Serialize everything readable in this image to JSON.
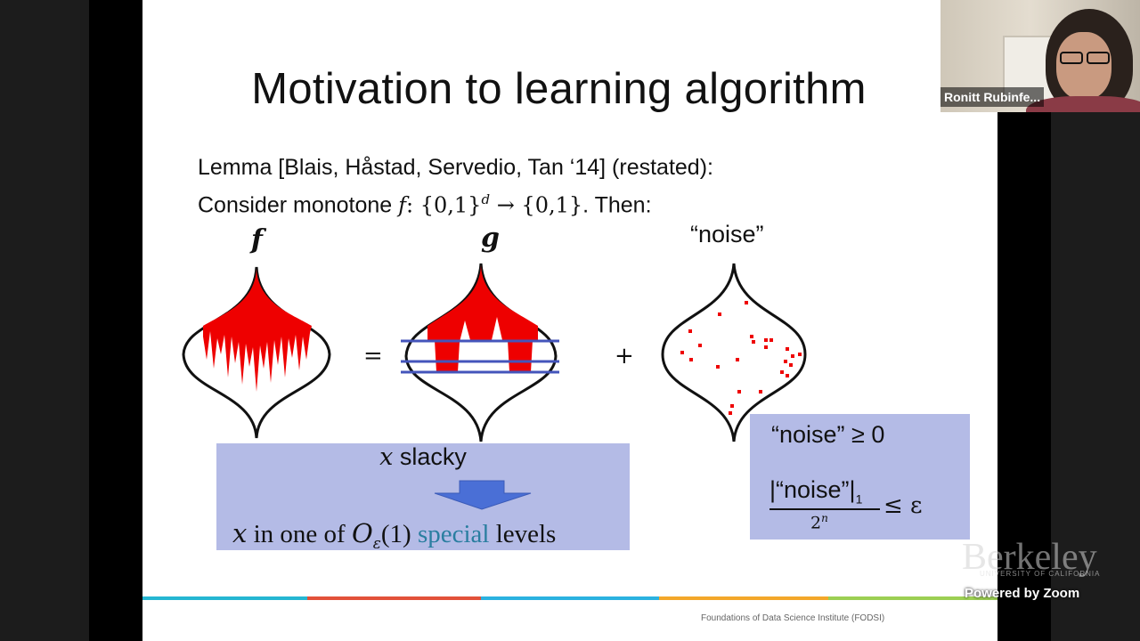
{
  "slide": {
    "title": "Motivation to learning algorithm",
    "lemma_line1": "Lemma [Blais, Håstad, Servedio, Tan ‘14] (restated):",
    "lemma_line2_prefix": "Consider monotone ",
    "lemma_f": "f",
    "lemma_domain": ": {0,1}",
    "lemma_exp": "d",
    "lemma_codomain": " → {0,1}",
    "lemma_line2_suffix": ". Then:",
    "label_f": "f",
    "label_g": "g",
    "label_noise": "“noise”",
    "op_equals": "=",
    "op_plus": "+",
    "slacky_var": "x",
    "slacky_text": " slacky",
    "levels_var": "x",
    "levels_pre": " in one of ",
    "levels_O": "O",
    "levels_sub": "ε",
    "levels_arg": "(1) ",
    "levels_special": "special",
    "levels_post": " levels",
    "noise_cond1": "“noise” ≥ 0",
    "noise_cond2_num": "|“noise”|",
    "noise_cond2_sub": "1",
    "noise_cond2_den_base": "2",
    "noise_cond2_den_exp": "n",
    "noise_cond2_rhs": "≤ ε",
    "footer": "Foundations of Data Science Institute (FODSI)"
  },
  "colors": {
    "fill_red": "#ee0000",
    "level_line_blue": "#4455bb",
    "box_blue": "#b4bbe6",
    "arrow_blue": "#4a6fd6",
    "special_teal": "#2a7ea0",
    "bar_segments": [
      "#25b6d2",
      "#e2513a",
      "#2bb2e0",
      "#f3a72a",
      "#9ccf53"
    ]
  },
  "webcam": {
    "participant_name": "Ronitt Rubinfe..."
  },
  "overlay": {
    "watermark": "Berkeley",
    "watermark_sub": "UNIVERSITY OF CALIFORNIA",
    "zoom_label": "Powered by Zoom"
  }
}
